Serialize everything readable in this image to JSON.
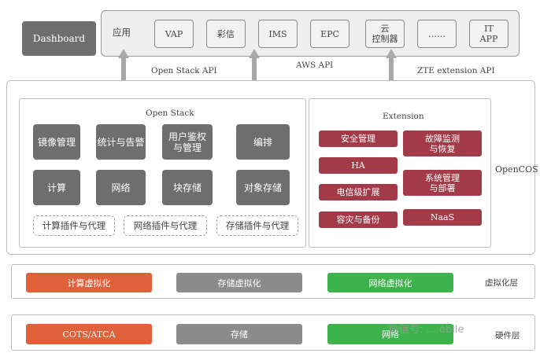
{
  "top": {
    "dashboard": "Dashboard",
    "apps_label": "应用",
    "apps": [
      "VAP",
      "彩信",
      "IMS",
      "EPC",
      "云\n控制器",
      "……",
      "IT\nAPP"
    ]
  },
  "apis": {
    "openstack": "Open Stack API",
    "aws": "AWS API",
    "zte": "ZTE extension API"
  },
  "main": {
    "opencos_label": "OpenCOS",
    "openstack": {
      "title": "Open Stack",
      "modules": [
        "镜像管理",
        "统计与告警",
        "用户鉴权\n与管理",
        "编排",
        "计算",
        "网络",
        "块存储",
        "对象存储"
      ],
      "plugins": [
        "计算插件与代理",
        "网络插件与代理",
        "存储插件与代理"
      ]
    },
    "extension": {
      "title": "Extension",
      "left": [
        "安全管理",
        "HA",
        "电信级扩展",
        "容灾与备份"
      ],
      "right": [
        "故障监测\n与恢复",
        "系统管理\n与部署",
        "NaaS"
      ]
    }
  },
  "virtualization": {
    "label": "虚拟化层",
    "items": [
      "计算虚拟化",
      "存储虚拟化",
      "网络虚拟化"
    ],
    "colors": [
      "#e0603a",
      "#8c8c8c",
      "#3cb44b"
    ]
  },
  "hardware": {
    "label": "硬件层",
    "items": [
      "COTS/ATCA",
      "存储",
      "网络"
    ],
    "colors": [
      "#e0603a",
      "#8c8c8c",
      "#3cb44b"
    ]
  },
  "watermark": "微信号: ... obile"
}
